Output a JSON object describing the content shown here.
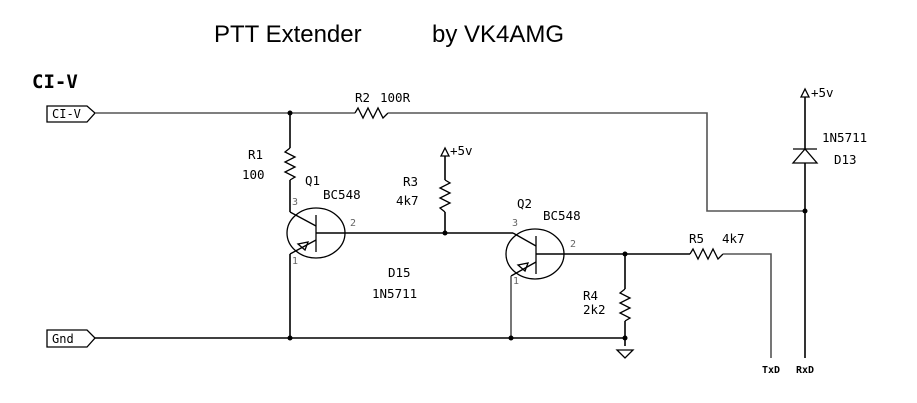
{
  "title": {
    "name": "PTT Extender",
    "author": "by VK4AMG"
  },
  "net_heading": "CI-V",
  "ports": {
    "civ": "CI-V",
    "gnd": "Gnd"
  },
  "outputs": {
    "txd": "TxD",
    "rxd": "RxD"
  },
  "supply_label": "+5v",
  "components": {
    "r1": {
      "ref": "R1",
      "value": "100"
    },
    "r2": {
      "ref": "R2",
      "value": "100R"
    },
    "r3": {
      "ref": "R3",
      "value": "4k7"
    },
    "r4": {
      "ref": "R4",
      "value": "2k2"
    },
    "r5": {
      "ref": "R5",
      "value": "4k7"
    },
    "q1": {
      "ref": "Q1",
      "value": "BC548",
      "pins": [
        "3",
        "2",
        "1"
      ]
    },
    "q2": {
      "ref": "Q2",
      "value": "BC548",
      "pins": [
        "3",
        "2",
        "1"
      ]
    },
    "d13": {
      "ref": "D13",
      "value": "1N5711"
    },
    "d15": {
      "ref": "D15",
      "value": "1N5711"
    }
  }
}
